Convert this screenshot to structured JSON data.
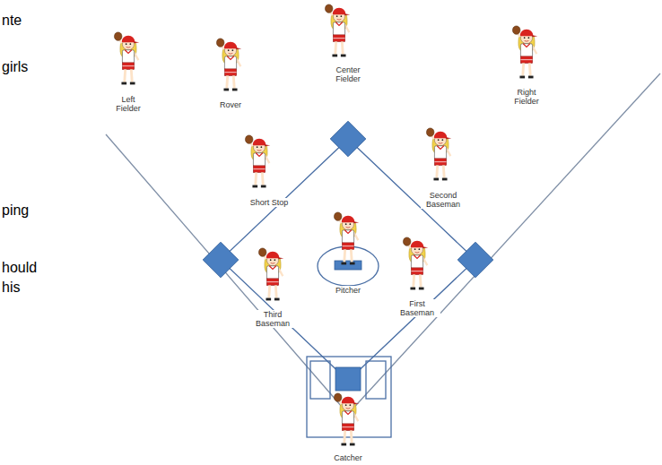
{
  "diagram": {
    "labels": [
      "nte",
      "girls",
      "ping",
      "hould",
      "his",
      "Left Fielder",
      "Rover",
      "Center Fielder",
      "Right Fielder",
      "Short Stop",
      "Second Baseman",
      "Pitcher",
      "Third Baseman",
      "First Baseman",
      "Catcher"
    ]
  }
}
